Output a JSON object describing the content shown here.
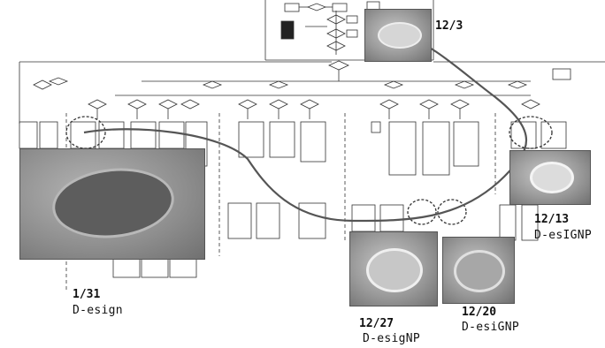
{
  "timeline": [
    {
      "id": "jan31",
      "date": "1/31",
      "stage": "D-esign"
    },
    {
      "id": "dec27",
      "date": "12/27",
      "stage": "D-esigNP"
    },
    {
      "id": "dec20",
      "date": "12/20",
      "stage": "D-esiGNP"
    },
    {
      "id": "dec13",
      "date": "12/13",
      "stage": "D-esIGNP"
    },
    {
      "id": "dec3",
      "date": "12/3",
      "stage": ""
    }
  ],
  "colors": {
    "connector": "#555555",
    "flowchart_line": "#333333",
    "dashed_highlight": "#333333"
  }
}
